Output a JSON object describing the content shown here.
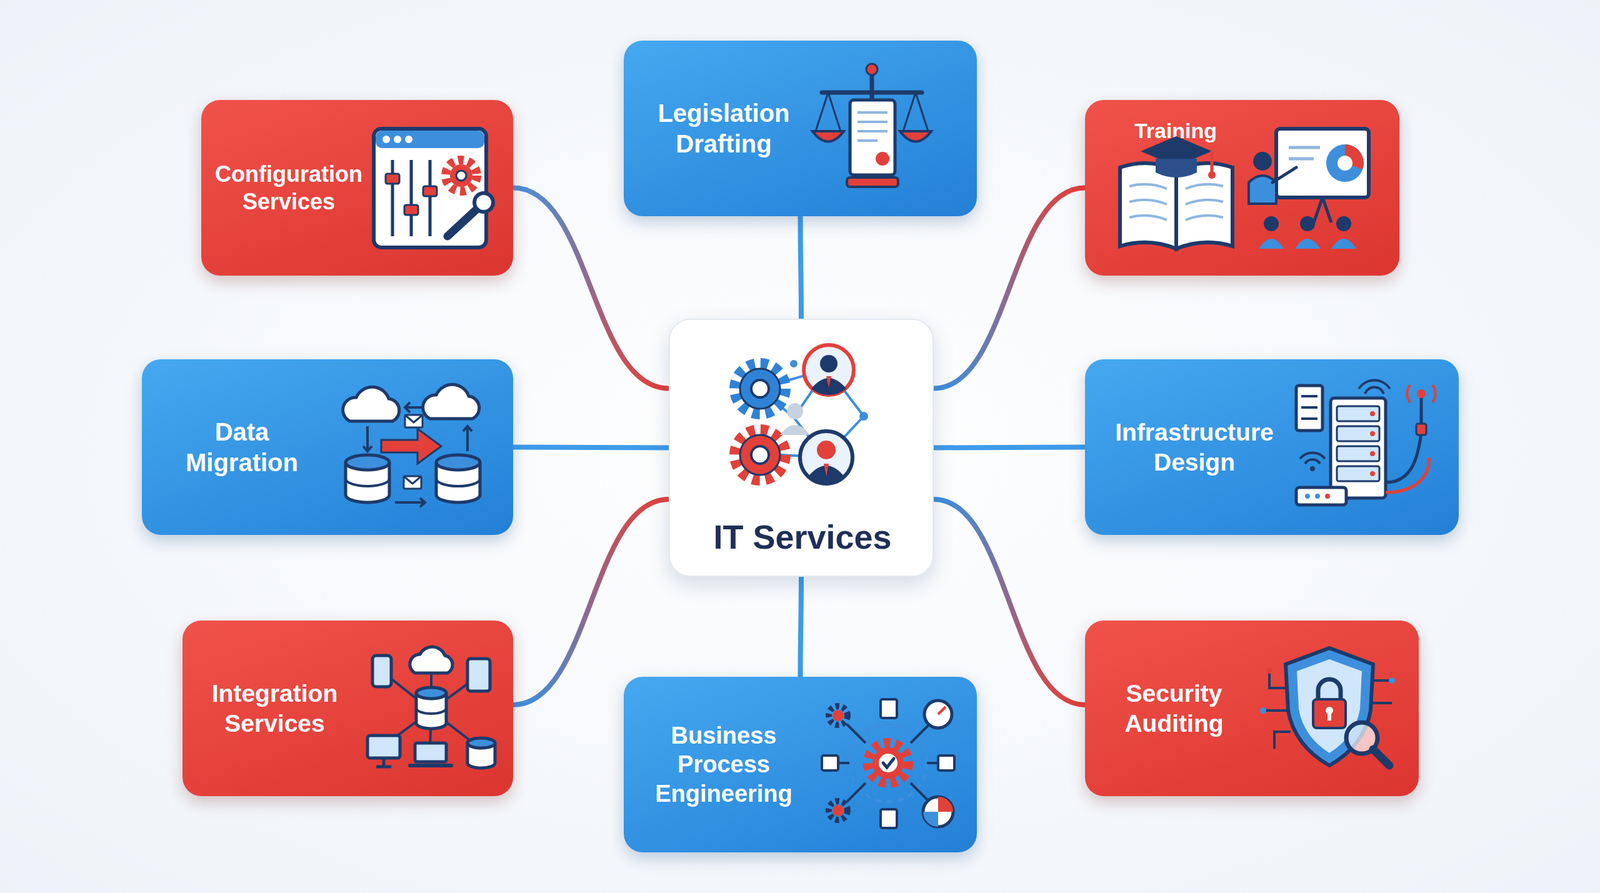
{
  "diagram": {
    "nodes": [
      {
        "text": [
          "Legislation Drafting"
        ]
      },
      {
        "text": [
          "Configuration Services"
        ]
      },
      {
        "text": [
          "Training"
        ]
      },
      {
        "text": [
          "Data Migration"
        ]
      },
      {
        "text": [
          "IT Services"
        ]
      },
      {
        "text": [
          "Infrastructure Design"
        ]
      },
      {
        "text": [
          "Integration Services"
        ]
      },
      {
        "text": [
          "Business Process Engineering"
        ]
      },
      {
        "text": [
          "Security Auditing"
        ]
      }
    ],
    "edges": [
      {
        "from": 4,
        "to": 0,
        "arrow": "none"
      },
      {
        "from": 4,
        "to": 1,
        "arrow": "none"
      },
      {
        "from": 4,
        "to": 2,
        "arrow": "none"
      },
      {
        "from": 4,
        "to": 3,
        "arrow": "none"
      },
      {
        "from": 4,
        "to": 5,
        "arrow": "none"
      },
      {
        "from": 4,
        "to": 6,
        "arrow": "none"
      },
      {
        "from": 4,
        "to": 7,
        "arrow": "none"
      },
      {
        "from": 4,
        "to": 8,
        "arrow": "none"
      }
    ]
  }
}
